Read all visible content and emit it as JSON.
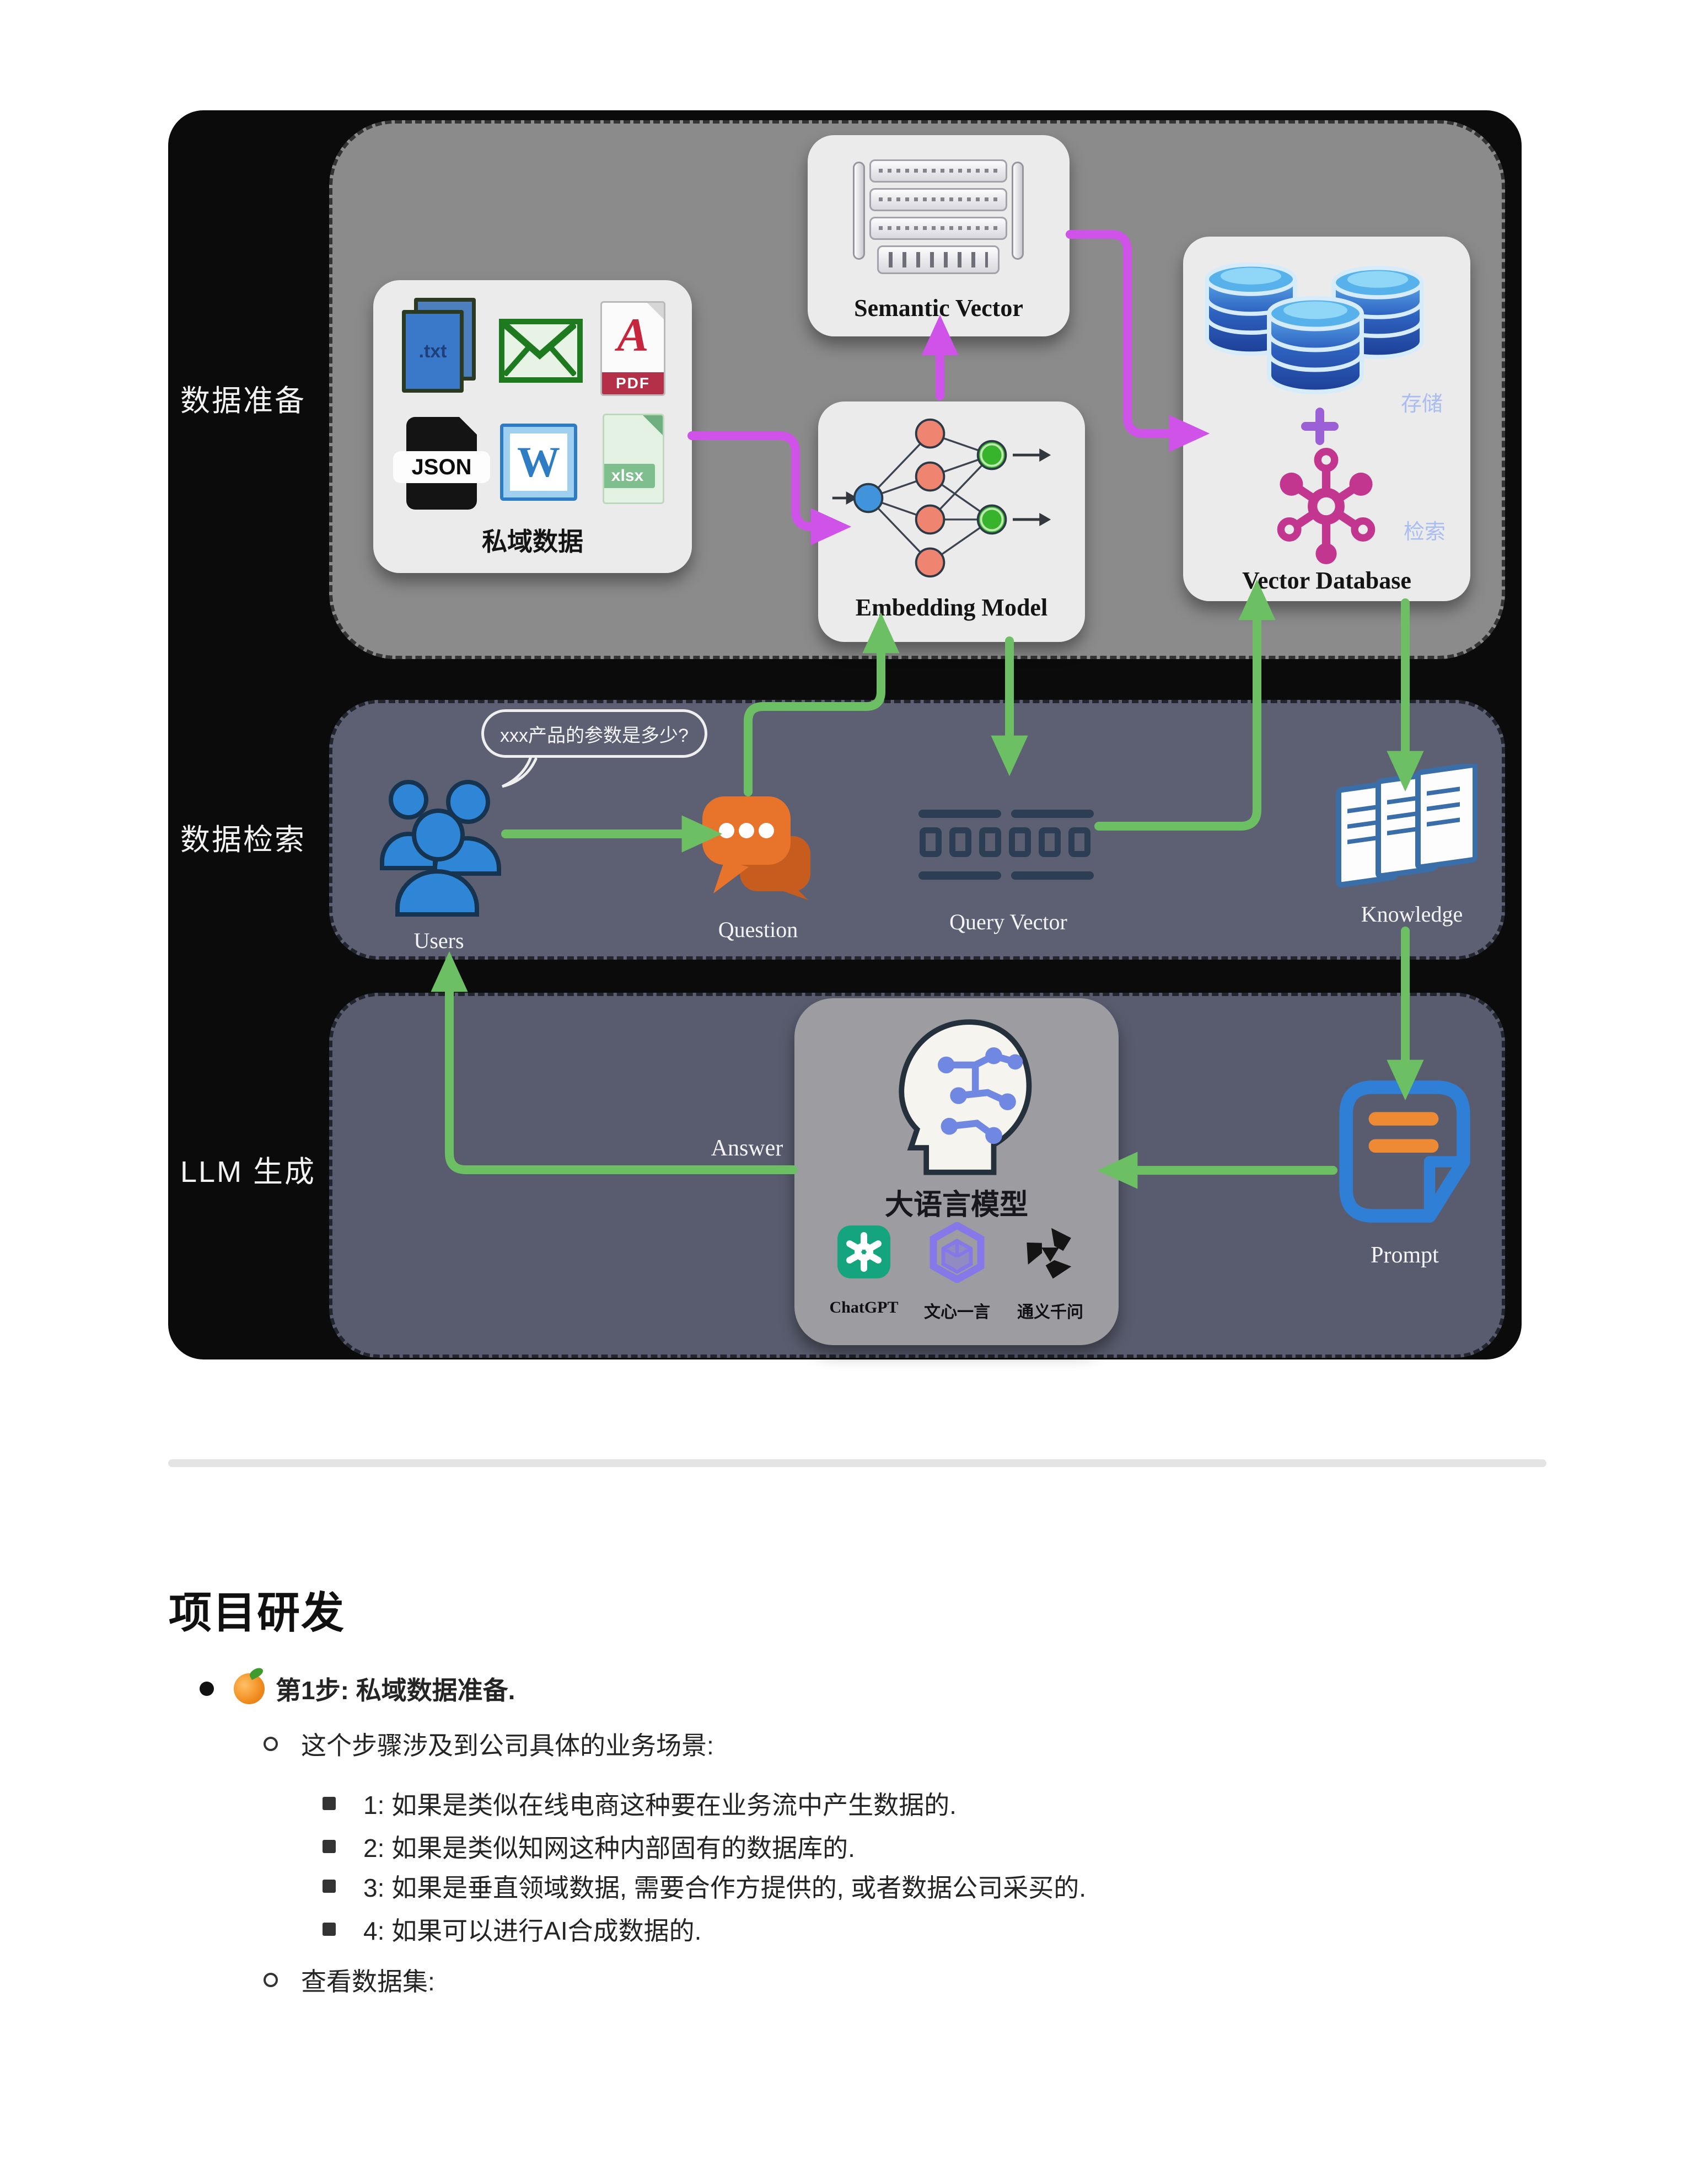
{
  "figure": {
    "rows": [
      {
        "id": "prep",
        "label": "数据准备"
      },
      {
        "id": "retrieval",
        "label": "数据检索"
      },
      {
        "id": "generation",
        "label": "LLM 生成"
      }
    ],
    "private_data": {
      "title": "私域数据",
      "txt": ".txt",
      "pdf": "PDF",
      "json": "JSON",
      "word": "W",
      "xlsx": "xlsx"
    },
    "semantic_vector": "Semantic Vector",
    "embedding_model": "Embedding Model",
    "vector_database": {
      "title": "Vector Database",
      "store": "存储",
      "search": "检索"
    },
    "users": "Users",
    "question_bubble": "xxx产品的参数是多少?",
    "question": "Question",
    "query_vector": "Query Vector",
    "knowledge": "Knowledge",
    "llm": {
      "title": "大语言模型",
      "providers": [
        "ChatGPT",
        "文心一言",
        "通义千问"
      ]
    },
    "answer": "Answer",
    "prompt": "Prompt"
  },
  "content": {
    "heading": "项目研发",
    "step": {
      "icon": "tangerine-emoji",
      "text": "第1步: 私域数据准备."
    },
    "scenario_intro": "这个步骤涉及到公司具体的业务场景:",
    "scenarios": [
      "1: 如果是类似在线电商这种要在业务流中产生数据的.",
      "2: 如果是类似知网这种内部固有的数据库的.",
      "3: 如果是垂直领域数据, 需要合作方提供的, 或者数据公司采买的.",
      "4: 如果可以进行AI合成数据的."
    ],
    "dataset_note": "查看数据集:"
  },
  "colors": {
    "accent_purple": "#cf53e8",
    "accent_green": "#6dbf63",
    "db_blue": "#2e62c0",
    "hub_magenta": "#c23690",
    "users_blue": "#2f86d6",
    "question_orange": "#e8742c",
    "prompt_blue": "#2f7fd6",
    "chatgpt_green": "#14a57f",
    "wenxin_purple": "#8678e9",
    "store_label_blue": "#a9bdf0"
  }
}
